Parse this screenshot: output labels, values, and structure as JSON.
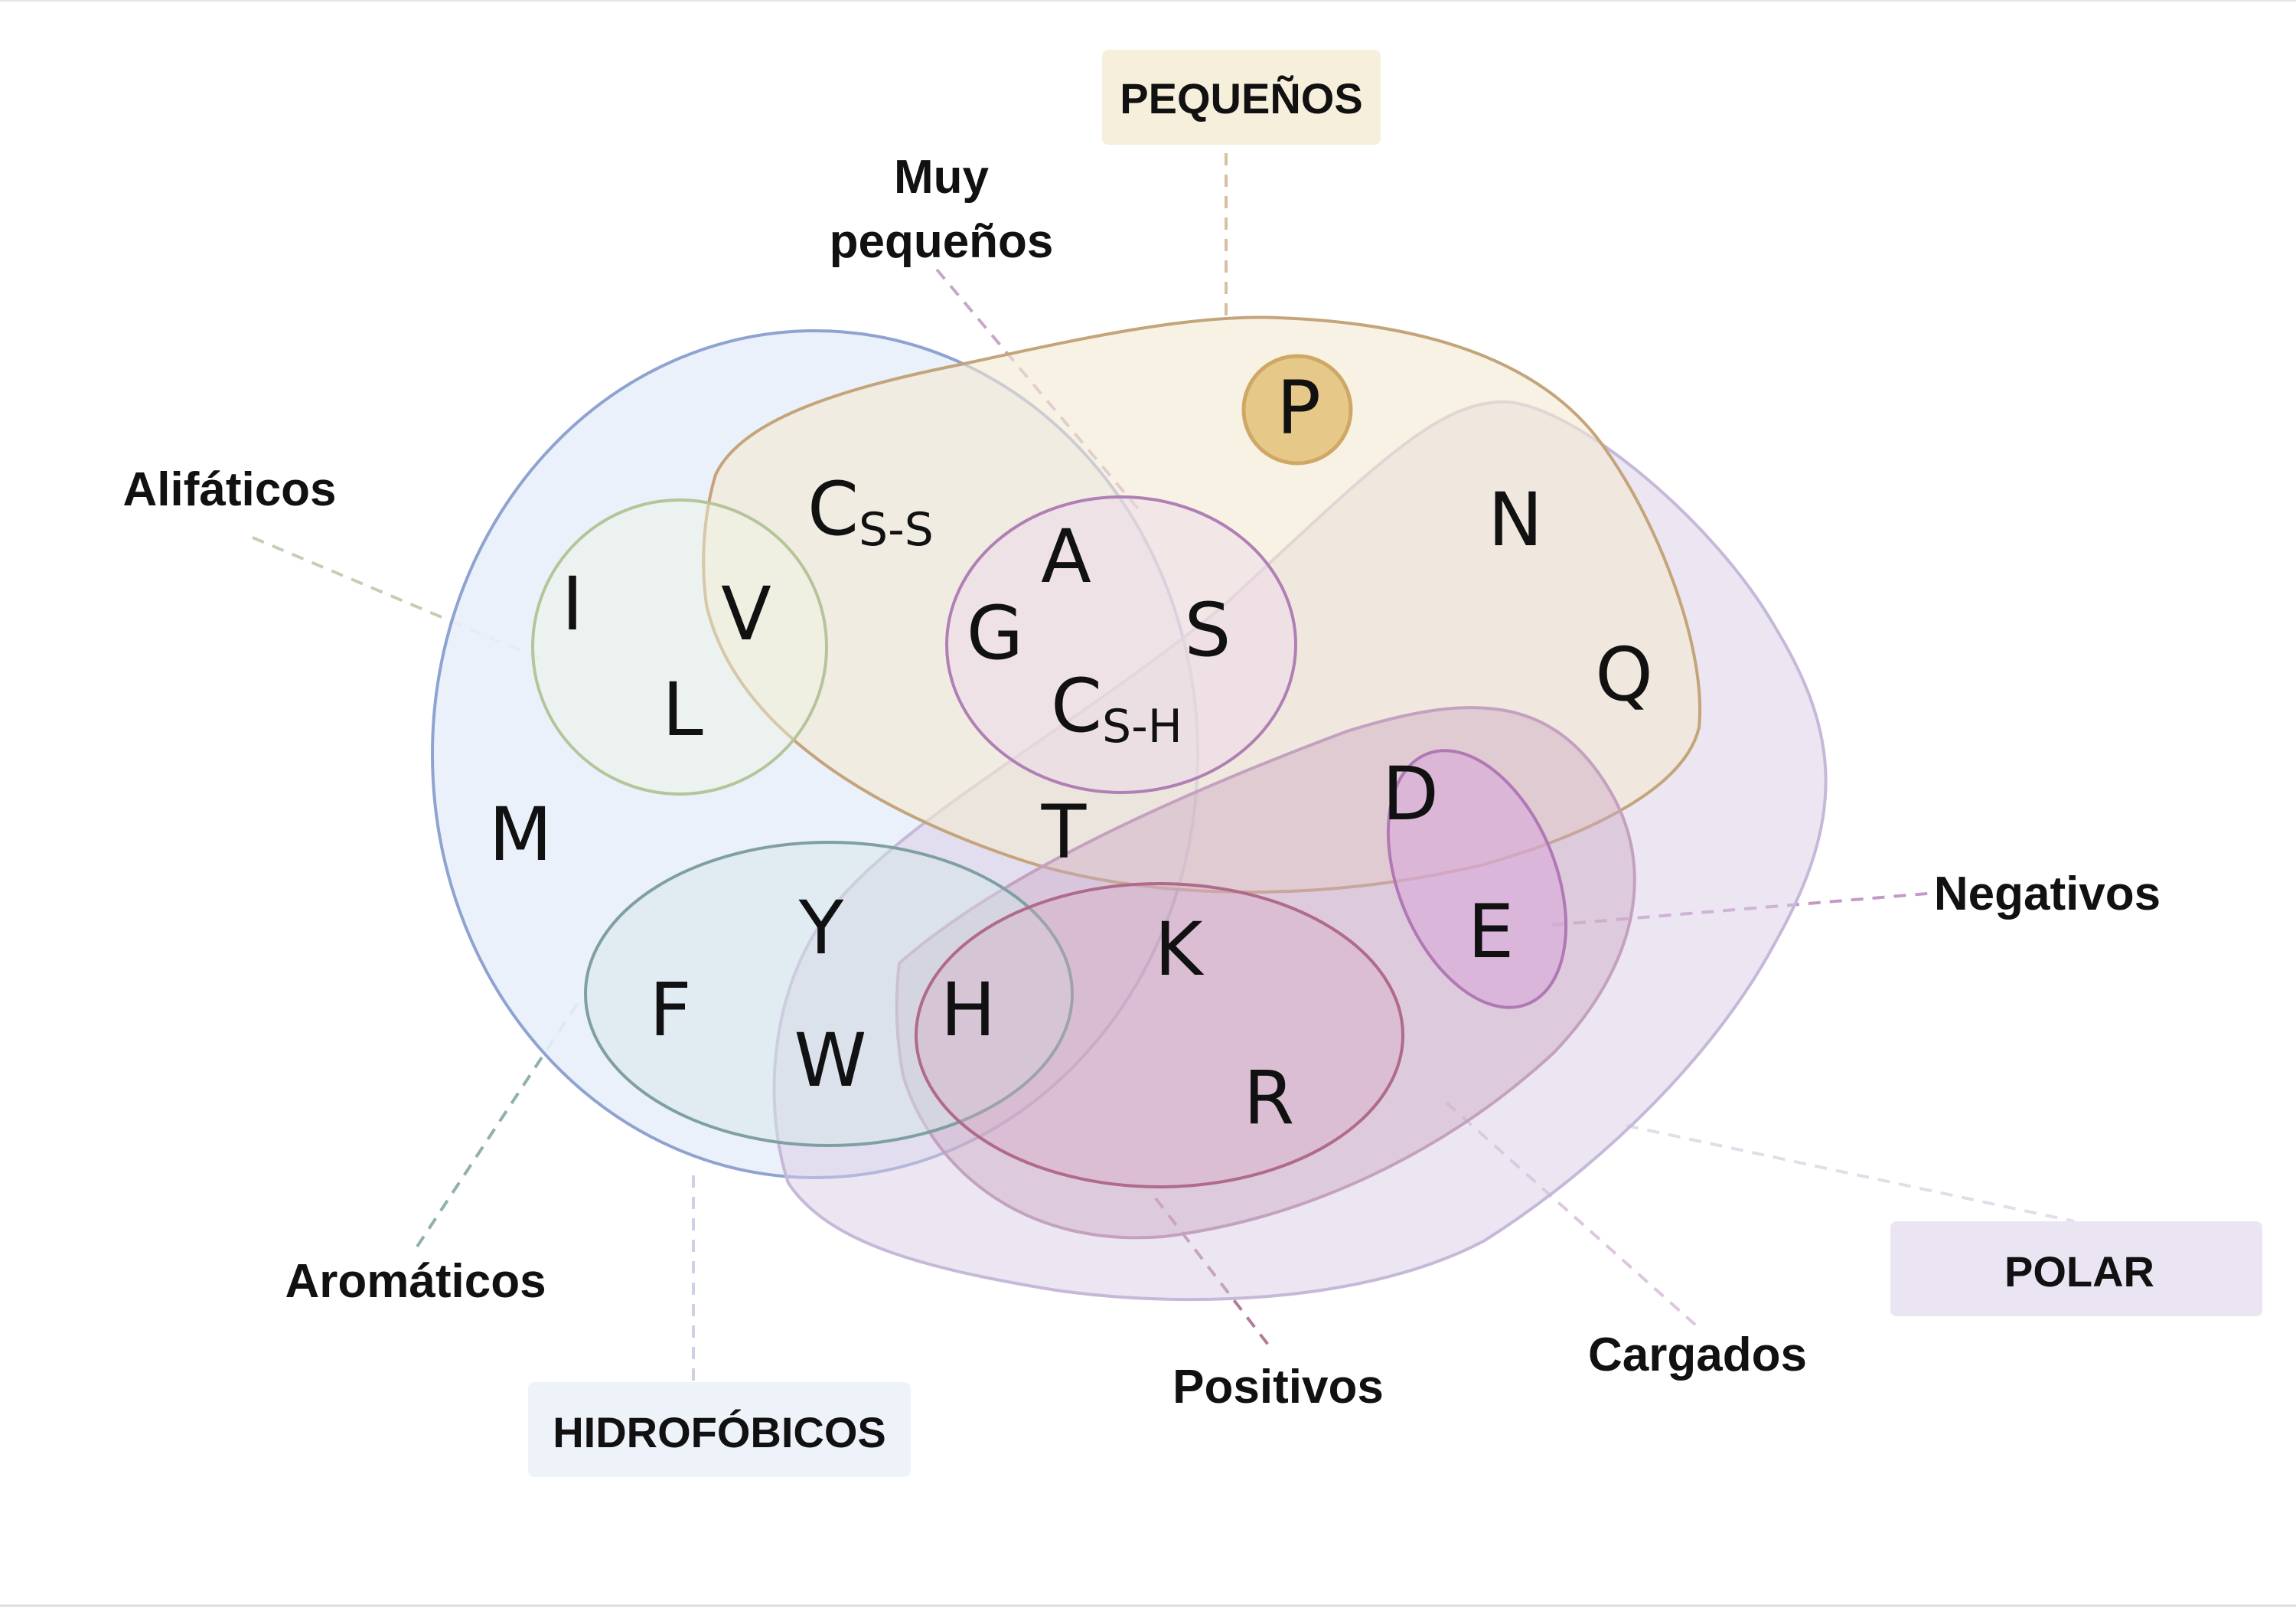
{
  "categories": {
    "small": "PEQUEÑOS",
    "hydrophobic": "HIDROFÓBICOS",
    "polar": "POLAR"
  },
  "labels": {
    "very_small_line1": "Muy",
    "very_small_line2": "pequeños",
    "aliphatic": "Alifáticos",
    "aromatic": "Aromáticos",
    "negative": "Negativos",
    "positive": "Positivos",
    "charged": "Cargados"
  },
  "amino_acids": {
    "P": "P",
    "N": "N",
    "Q": "Q",
    "M": "M",
    "I": "I",
    "V": "V",
    "L": "L",
    "A": "A",
    "G": "G",
    "S": "S",
    "T": "T",
    "D": "D",
    "E": "E",
    "K": "K",
    "R": "R",
    "Y": "Y",
    "F": "F",
    "W": "W",
    "H": "H",
    "C": "C",
    "C_ss_sub": "S-S",
    "C_sh_sub": "S-H"
  },
  "colors": {
    "hydrophobic_fill": "#e9f0fa",
    "hydrophobic_stroke": "#8fa3d1",
    "small_fill": "#f3ead2",
    "small_stroke": "#c4a47a",
    "polar_fill": "#d9cbe6",
    "polar_stroke": "#c6b8d8",
    "charged_fill": "#cda9c4",
    "aliphatic_stroke": "#b6c49a",
    "aromatic_stroke": "#7fa0a2",
    "very_small_stroke": "#b07fb4",
    "negative_fill": "#d8a8d8",
    "positive_stroke": "#b06a8a",
    "proline_fill": "#e6c888",
    "proline_stroke": "#cfa866"
  }
}
